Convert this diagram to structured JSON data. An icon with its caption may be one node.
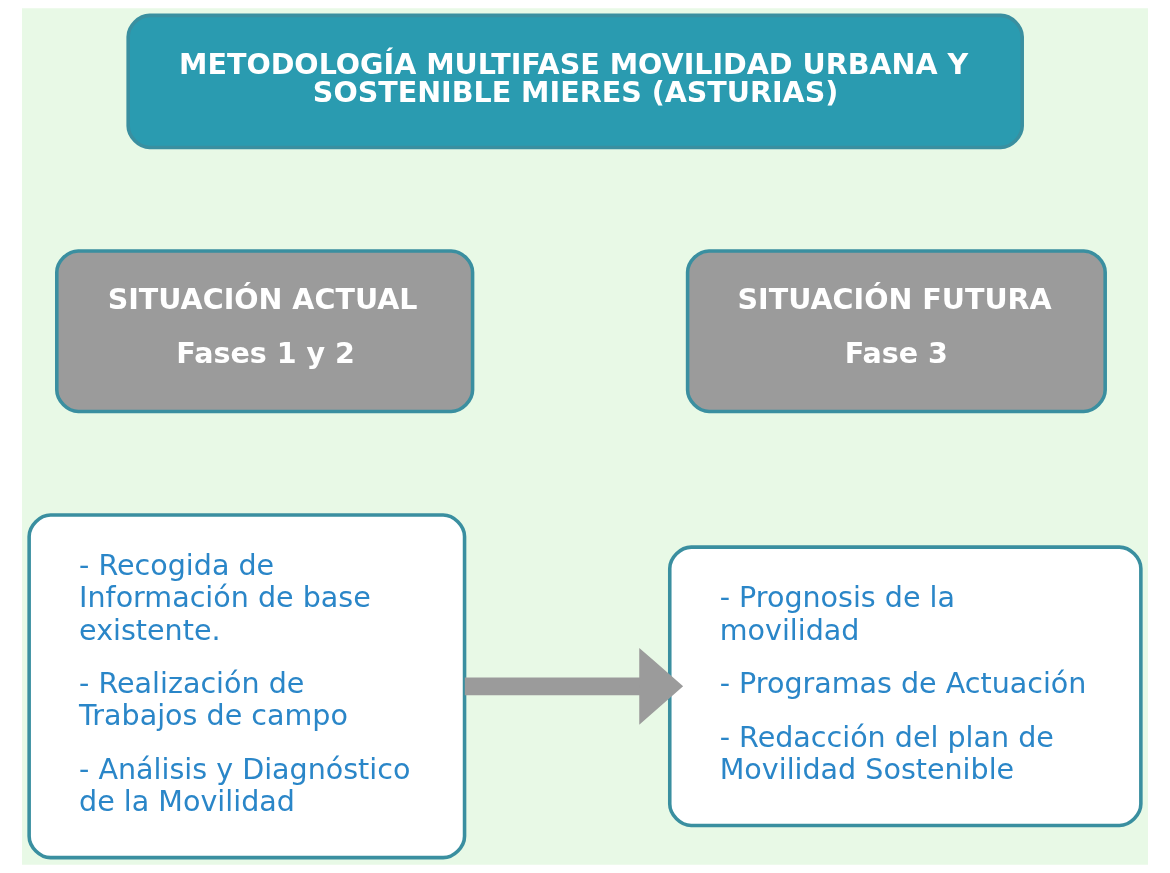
{
  "diagram": {
    "nodes": [
      {
        "text": [
          "METODOLOGÍA MULTIFASE MOVILIDAD URBANA Y SOSTENIBLE MIERES (ASTURIAS)"
        ]
      },
      {
        "text": [
          "SITUACIÓN ACTUAL",
          "Fases 1 y 2"
        ]
      },
      {
        "text": [
          "SITUACIÓN FUTURA",
          "Fase 3"
        ]
      },
      {
        "text": [
          "- Recogida de Información de base existente.",
          "- Realización de Trabajos de campo",
          "- Análisis y Diagnóstico de la Movilidad"
        ]
      },
      {
        "text": [
          "- Prognosis de la movilidad",
          "- Programas de Actuación",
          "- Redacción del plan de Movilidad Sostenible"
        ]
      }
    ],
    "edges": [
      {
        "from": 3,
        "to": 4,
        "arrow": "to"
      }
    ]
  }
}
